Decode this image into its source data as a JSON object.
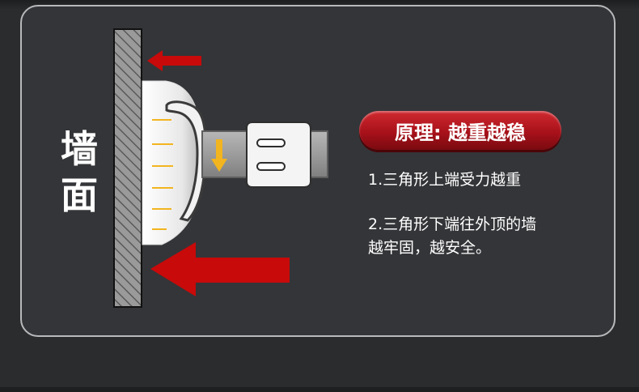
{
  "wall_label": [
    "墙",
    "面"
  ],
  "principle_title": "原理: 越重越稳",
  "points": [
    {
      "line1": "1.三角形上端受力越重"
    },
    {
      "line1": "2.三角形下端往外顶的墙",
      "line2": "越牢固，越安全。"
    }
  ],
  "colors": {
    "background": "#2b2c2e",
    "panel": "#343538",
    "panel_border": "#b8b9bb",
    "arrow_red": "#c80a0a",
    "force_arrow_yellow": "#f2b51f",
    "pill_red": "#b5151c"
  },
  "icons": {
    "small_force_arrow": "arrow-left-red",
    "large_force_arrow": "arrow-left-red-large",
    "load_arrow": "arrow-down-yellow"
  }
}
